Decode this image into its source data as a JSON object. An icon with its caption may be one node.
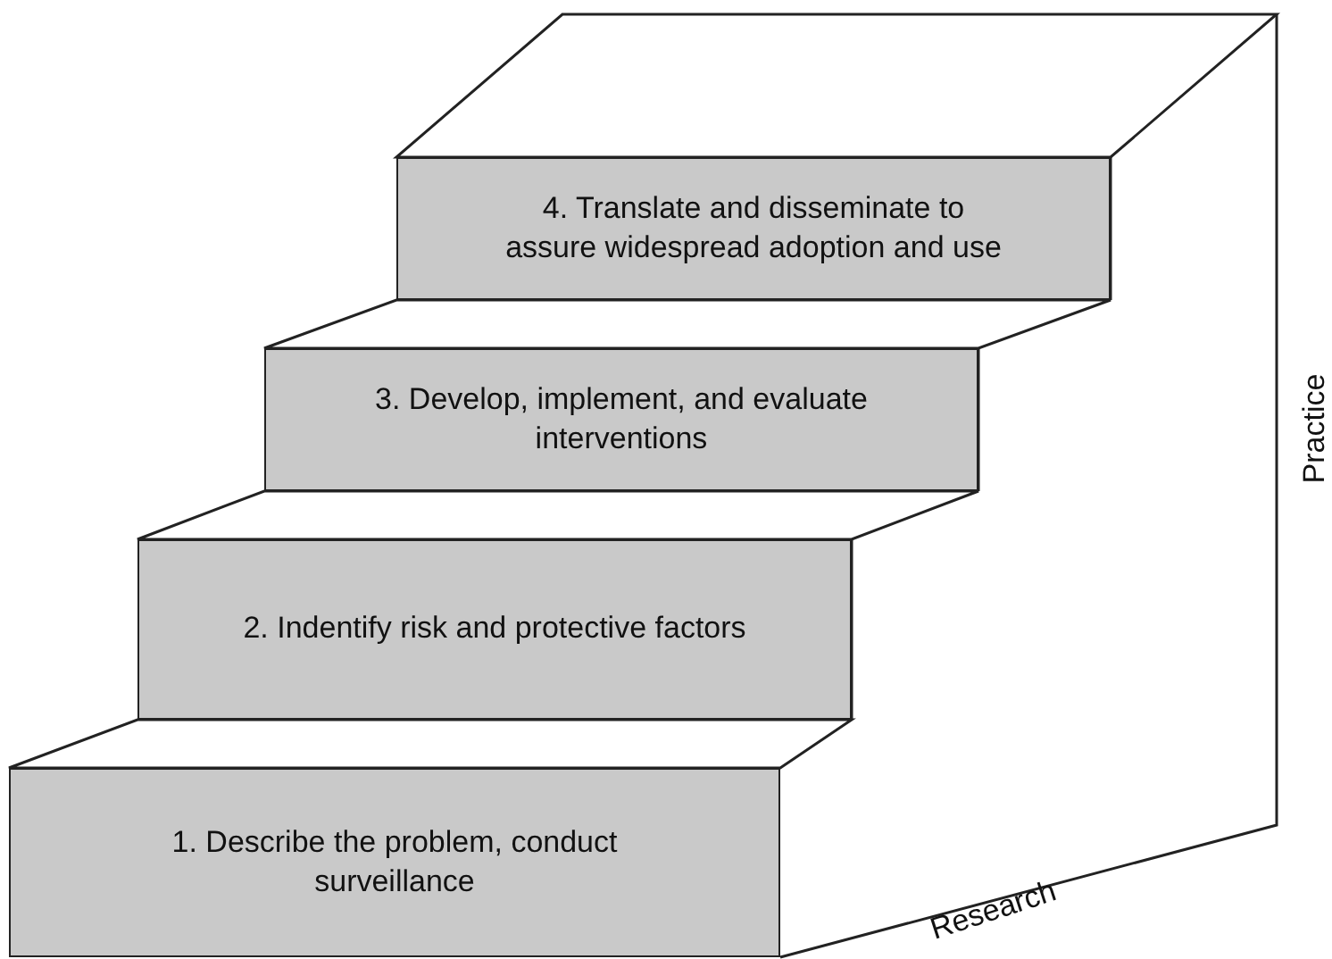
{
  "diagram": {
    "nodes": [
      {
        "text": [
          "4. Translate and disseminate to assure widespread adoption and use"
        ]
      },
      {
        "text": [
          "3. Develop, implement, and evaluate interventions"
        ]
      },
      {
        "text": [
          "2. Indentify risk and protective factors"
        ]
      },
      {
        "text": [
          "1. Describe the problem, conduct surveillance"
        ]
      }
    ],
    "edges": [],
    "labels": [
      "Practice",
      "Research"
    ]
  }
}
